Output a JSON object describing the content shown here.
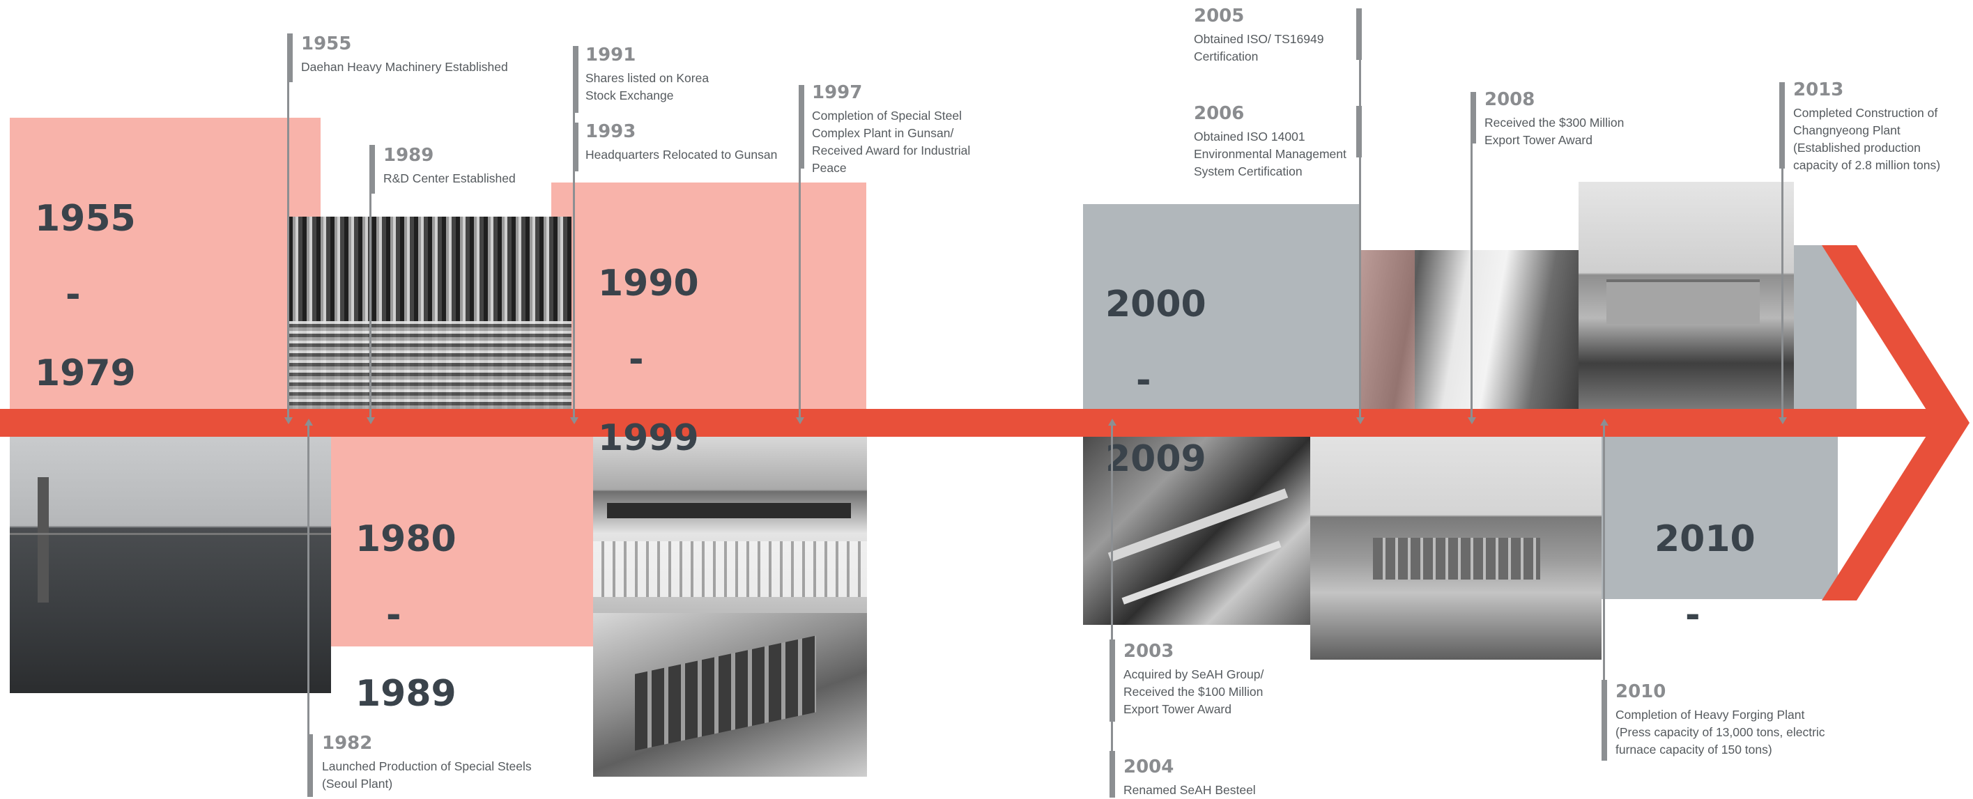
{
  "colors": {
    "pink_block": "#f8b3aa",
    "grey_block": "#b1b7bb",
    "arrow_red": "#e8503a",
    "range_text": "#3a434b",
    "year_text": "#8a8c8f",
    "marker_line": "#8c8f92"
  },
  "periods": {
    "p1955": {
      "start": "1955",
      "sep": "-",
      "end": "1979"
    },
    "p1980": {
      "start": "1980",
      "sep": "-",
      "end": "1989"
    },
    "p1990": {
      "start": "1990",
      "sep": "-",
      "end": "1999"
    },
    "p2000": {
      "start": "2000",
      "sep": "-",
      "end": "2009"
    },
    "p2010": {
      "start": "2010",
      "sep": "-"
    }
  },
  "events": {
    "e1955": {
      "year": "1955",
      "lines": [
        "Daehan Heavy Machinery Established"
      ]
    },
    "e1982": {
      "year": "1982",
      "lines": [
        "Launched Production of Special Steels",
        "(Seoul Plant)"
      ]
    },
    "e1989": {
      "year": "1989",
      "lines": [
        "R&D Center Established"
      ]
    },
    "e1991": {
      "year": "1991",
      "lines": [
        "Shares listed on Korea",
        "Stock Exchange"
      ]
    },
    "e1993": {
      "year": "1993",
      "lines": [
        "Headquarters Relocated to Gunsan"
      ]
    },
    "e1997": {
      "year": "1997",
      "lines": [
        "Completion of Special Steel",
        "Complex Plant in Gunsan/",
        "Received Award for Industrial",
        "Peace"
      ]
    },
    "e2003": {
      "year": "2003",
      "lines": [
        "Acquired by SeAH Group/",
        "Received the $100 Million",
        "Export Tower Award"
      ]
    },
    "e2004": {
      "year": "2004",
      "lines": [
        "Renamed SeAH Besteel"
      ]
    },
    "e2005": {
      "year": "2005",
      "lines": [
        "Obtained ISO/ TS16949",
        "Certification"
      ]
    },
    "e2006": {
      "year": "2006",
      "lines": [
        "Obtained ISO 14001",
        "Environmental Management",
        "System Certification"
      ]
    },
    "e2008": {
      "year": "2008",
      "lines": [
        "Received the $300 Million",
        "Export Tower Award"
      ]
    },
    "e2010": {
      "year": "2010",
      "lines": [
        "Completion of Heavy Forging Plant",
        "(Press capacity of 13,000 tons, electric",
        "furnace capacity of 150 tons)"
      ]
    },
    "e2013": {
      "year": "2013",
      "lines": [
        "Completed Construction of",
        "Changnyeong Plant",
        "(Established production",
        "capacity of 2.8 million tons)"
      ]
    }
  },
  "photos": {
    "factory_old": "photo-factory-hall",
    "steel_bars": "photo-steel-bars",
    "ceremony": "photo-ceremony-crowd",
    "plant_aerial": "photo-plant-aerial",
    "machinery": "photo-rolling-machinery",
    "warehouse": "photo-steel-warehouse",
    "plant_2003": "photo-plant-roads",
    "seah_plant": "photo-seah-plant"
  }
}
